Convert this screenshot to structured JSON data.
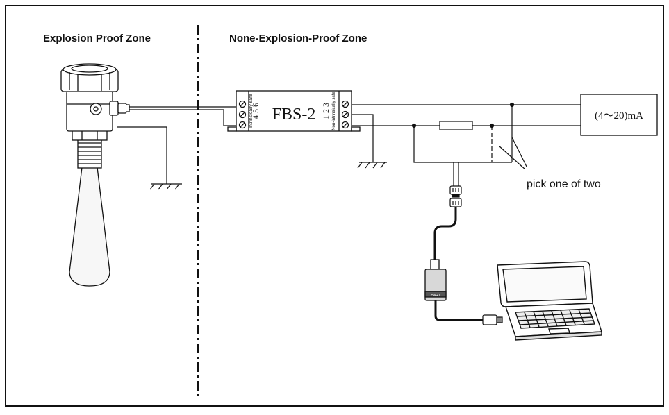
{
  "zones": {
    "left_title": "Explosion Proof Zone",
    "right_title": "None-Explosion-Proof Zone"
  },
  "barrier": {
    "name": "FBS-2",
    "left_side_label": "Intrinsically safe",
    "left_terminals": "4 5 6",
    "right_side_label": "Non-intrinsically safe",
    "right_terminals": "1 2 3"
  },
  "output": {
    "label": "(4～20)mA"
  },
  "notes": {
    "pick": "pick one of two"
  },
  "adapter": {
    "label": "HART"
  }
}
